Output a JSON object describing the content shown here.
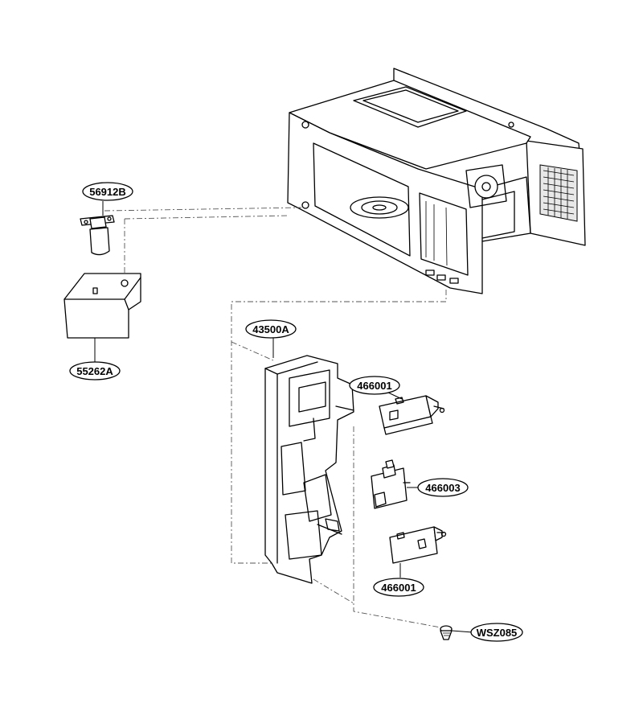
{
  "parts": [
    {
      "id": "p-56912B",
      "label": "56912B"
    },
    {
      "id": "p-55262A",
      "label": "55262A"
    },
    {
      "id": "p-43500A",
      "label": "43500A"
    },
    {
      "id": "p-466001-top",
      "label": "466001"
    },
    {
      "id": "p-466003",
      "label": "466003"
    },
    {
      "id": "p-466001-bottom",
      "label": "466001"
    },
    {
      "id": "p-WSZ085",
      "label": "WSZ085"
    }
  ]
}
